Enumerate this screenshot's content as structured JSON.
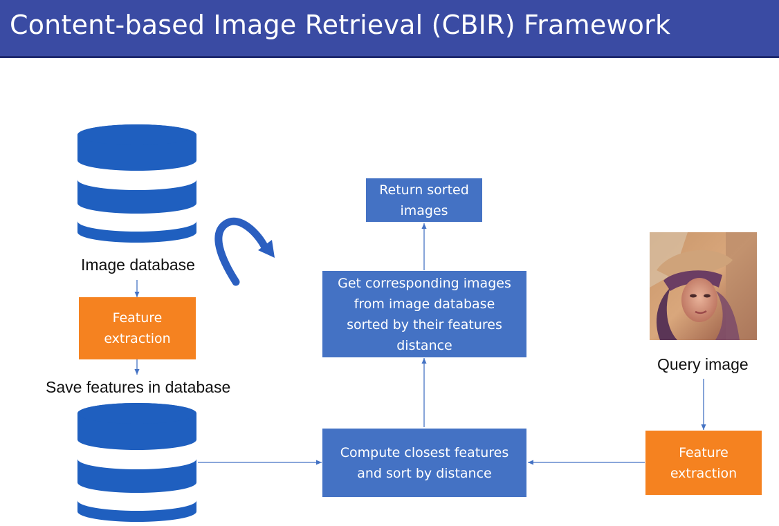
{
  "slide": {
    "title": "Content-based Image Retrieval (CBIR) Framework",
    "accent_color": "#3a4ba3"
  },
  "diagram": {
    "labels": {
      "image_database": "Image database",
      "save_features": "Save features in database",
      "query_image": "Query image"
    },
    "boxes": {
      "feature_extraction_left": "Feature\nextraction",
      "feature_extraction_right": "Feature\nextraction",
      "compute_closest": "Compute closest features\nand sort by distance",
      "get_corresponding": "Get corresponding images\nfrom image database\nsorted by their features\ndistance",
      "return_sorted": "Return sorted\nimages"
    },
    "colors": {
      "process_box": "#4472c4",
      "extraction_box": "#f58220",
      "database_icon": "#1f5fbf"
    },
    "icons": [
      "database-icon",
      "curved-arrow-icon",
      "query-photo"
    ]
  }
}
